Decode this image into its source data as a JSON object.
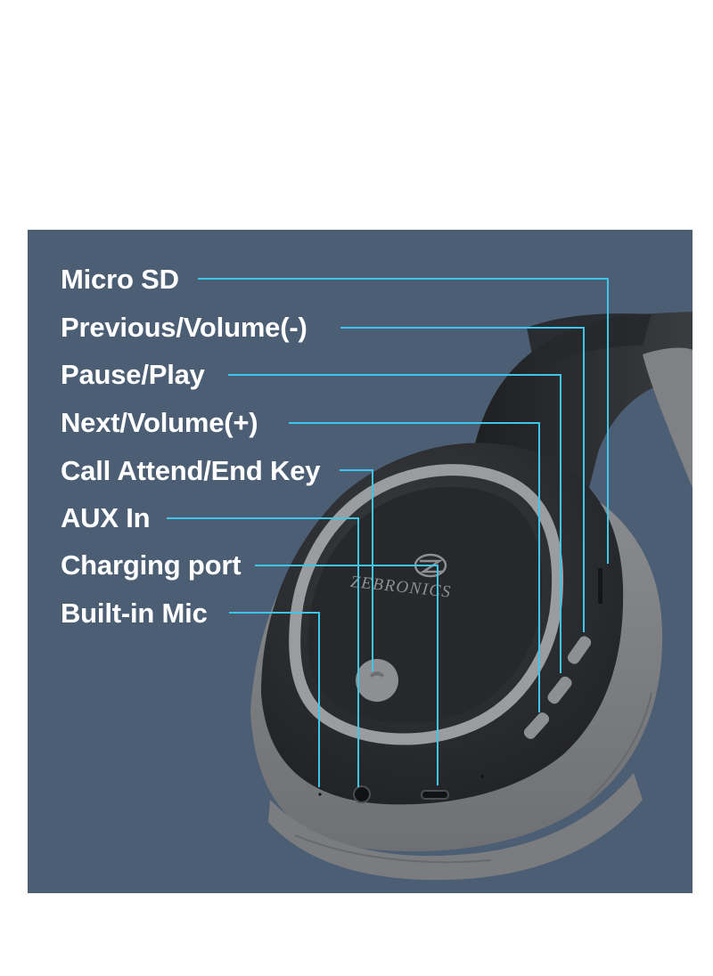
{
  "callouts": [
    {
      "label": "Micro SD"
    },
    {
      "label": "Previous/Volume(-)"
    },
    {
      "label": "Pause/Play"
    },
    {
      "label": "Next/Volume(+)"
    },
    {
      "label": "Call Attend/End Key"
    },
    {
      "label": "AUX In"
    },
    {
      "label": "Charging port"
    },
    {
      "label": "Built-in Mic"
    }
  ],
  "product": {
    "brand_logo_text": "ZEBRONICS"
  },
  "colors": {
    "panel_background": "#4c5e73",
    "leader_line": "#3fc4ea",
    "label_text": "#ffffff",
    "headphone_body": "#2b2d30",
    "cushion_gray": "#8a8c8f"
  }
}
